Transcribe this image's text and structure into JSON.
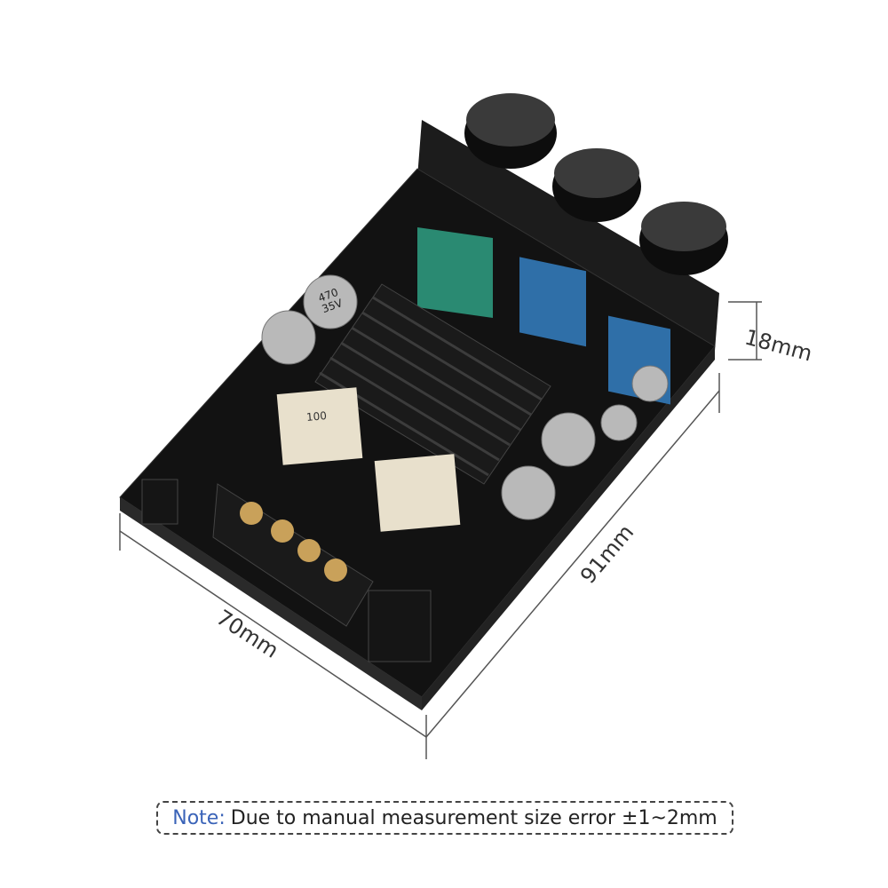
{
  "dimensions": {
    "width": "70mm",
    "length": "91mm",
    "height": "18mm"
  },
  "note": {
    "label": "Note:",
    "text": "Due to manual measurement size error ±1~2mm"
  },
  "components": {
    "capacitor_label_1": "470",
    "capacitor_label_2": "35V",
    "inductor_label": "100"
  },
  "colors": {
    "pcb": "#111111",
    "heatsink": "#1a1a1a",
    "pot_green": "#2a8a72",
    "pot_blue": "#2f6fa8",
    "note_accent": "#3a63b8"
  }
}
